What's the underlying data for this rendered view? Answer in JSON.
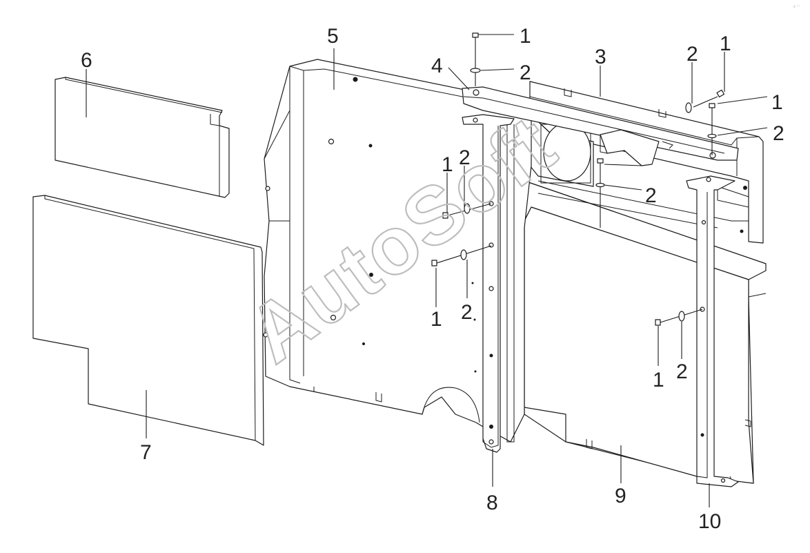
{
  "watermark": "AutoSoft",
  "corner_mark": "₂ ··",
  "callouts": [
    {
      "id": "c1a",
      "label": "1"
    },
    {
      "id": "c2a",
      "label": "2"
    },
    {
      "id": "c3",
      "label": "3"
    },
    {
      "id": "c4",
      "label": "4"
    },
    {
      "id": "c5",
      "label": "5"
    },
    {
      "id": "c6",
      "label": "6"
    },
    {
      "id": "c7",
      "label": "7"
    },
    {
      "id": "c8",
      "label": "8"
    },
    {
      "id": "c9",
      "label": "9"
    },
    {
      "id": "c10",
      "label": "10"
    },
    {
      "id": "c2b",
      "label": "2"
    },
    {
      "id": "c1b",
      "label": "1"
    },
    {
      "id": "c1c",
      "label": "1"
    },
    {
      "id": "c2c",
      "label": "2"
    },
    {
      "id": "c2d",
      "label": "2"
    },
    {
      "id": "c1d",
      "label": "1"
    },
    {
      "id": "c2e",
      "label": "2"
    },
    {
      "id": "c1e",
      "label": "1"
    },
    {
      "id": "c2f",
      "label": "2"
    },
    {
      "id": "c1f",
      "label": "1"
    },
    {
      "id": "c2g",
      "label": "2"
    }
  ]
}
